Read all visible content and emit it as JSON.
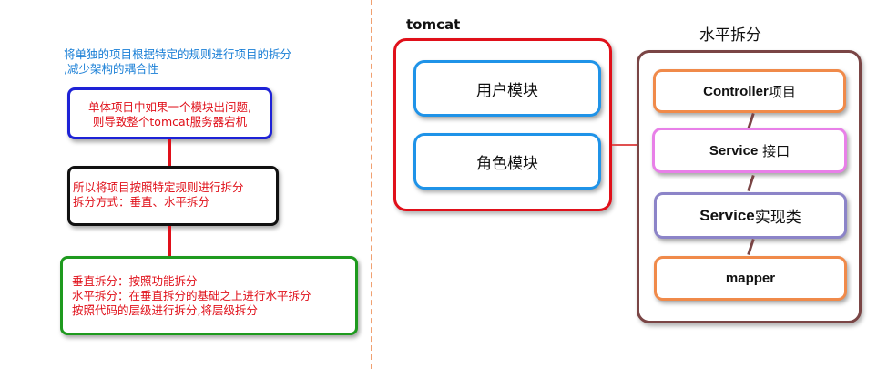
{
  "left": {
    "intro": [
      "将单独的项目根据特定的规则进行项目的拆分",
      ",减少架构的耦合性"
    ],
    "box1": [
      "单体项目中如果一个模块出问题,",
      "则导致整个tomcat服务器宕机"
    ],
    "box2": [
      "所以将项目按照特定规则进行拆分",
      "拆分方式：垂直、水平拆分"
    ],
    "box3": [
      "垂直拆分：按照功能拆分",
      "水平拆分：在垂直拆分的基础之上进行水平拆分",
      "按照代码的层级进行拆分,将层级拆分"
    ]
  },
  "tomcat": {
    "title": "tomcat",
    "modules": [
      "用户模块",
      "角色模块"
    ]
  },
  "horizontal": {
    "title": "水平拆分",
    "layers": [
      {
        "name": "Controller",
        "suffix": "项目"
      },
      {
        "name": "Service",
        "suffix": " 接口"
      },
      {
        "name": "Service",
        "suffix": "实现类"
      },
      {
        "name": "mapper",
        "suffix": ""
      }
    ]
  },
  "colors": {
    "intro_text": "#1a7fd6",
    "flow_text": "#e0101a",
    "box1_border": "#1e22d6",
    "box2_border": "#111111",
    "box3_border": "#1e9a1e",
    "tomcat_border": "#e0101a",
    "module_border": "#1f93e8",
    "divider": "#f0a070"
  }
}
